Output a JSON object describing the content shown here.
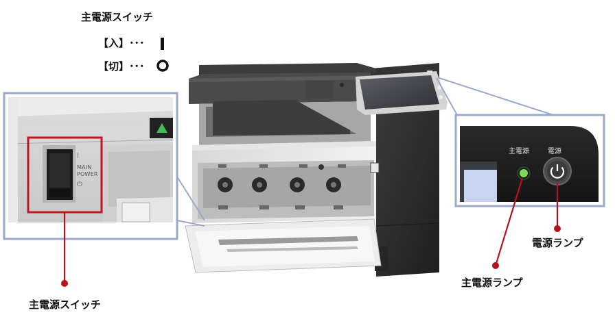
{
  "legend": {
    "title": "主電源スイッチ",
    "on_label": "【入】･･･",
    "off_label": "【切】･･･"
  },
  "callouts": {
    "main_switch": "主電源スイッチ",
    "power_lamp": "電源ランプ",
    "main_power_lamp": "主電源ランプ"
  },
  "panel": {
    "main_power_text": "主電源",
    "power_text": "電源"
  },
  "switch_panel": {
    "mark_on": "|",
    "text_line1": "MAIN",
    "text_line2": "POWER",
    "mark_standby": "⏻"
  },
  "colors": {
    "callout_red": "#b5121b",
    "highlight_red": "#c0161e",
    "inset_border": "#9aa9c9",
    "lamp_green": "#7ed957",
    "printer_body": "#2e2e2e"
  }
}
